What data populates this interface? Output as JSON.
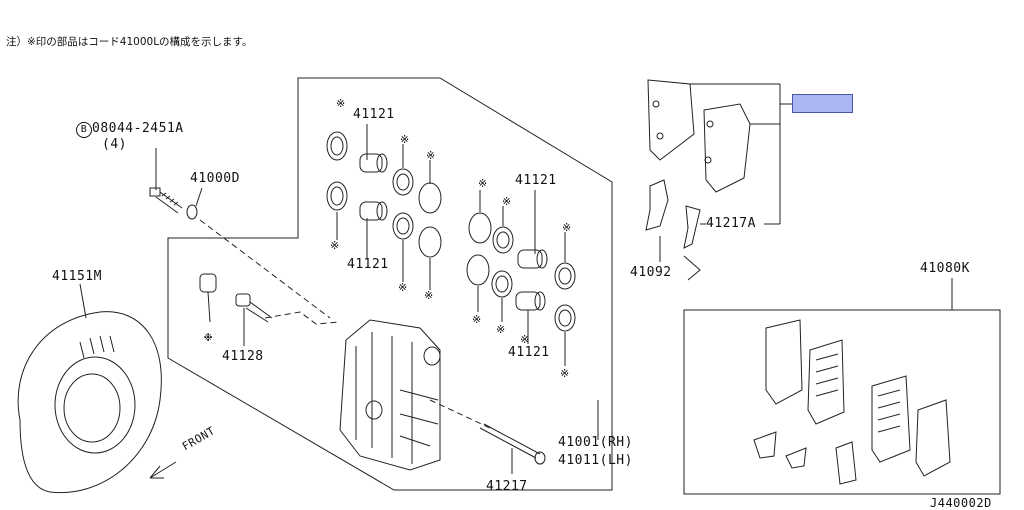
{
  "note": "注）※印の部品はコード41000Lの構成を示します。",
  "diagram_code": "J440002D",
  "star_symbol": "※",
  "highlight_color": "#a9b6f2",
  "labels": {
    "bolt_code": "08044-2451A",
    "bolt_prefix": "B",
    "bolt_qty": "(4)",
    "washer": "41000D",
    "seal_top": "41121",
    "seal_mid_left": "41121",
    "seal_right_top": "41121",
    "seal_right_bottom": "41121",
    "bleeder": "41128",
    "shield": "41151M",
    "caliper_rh": "41001(RH)",
    "caliper_lh": "41011(LH)",
    "pin": "41217",
    "clip_a": "41217A",
    "shim": "41092",
    "pad_kit": "41080K",
    "front": "FRONT"
  }
}
